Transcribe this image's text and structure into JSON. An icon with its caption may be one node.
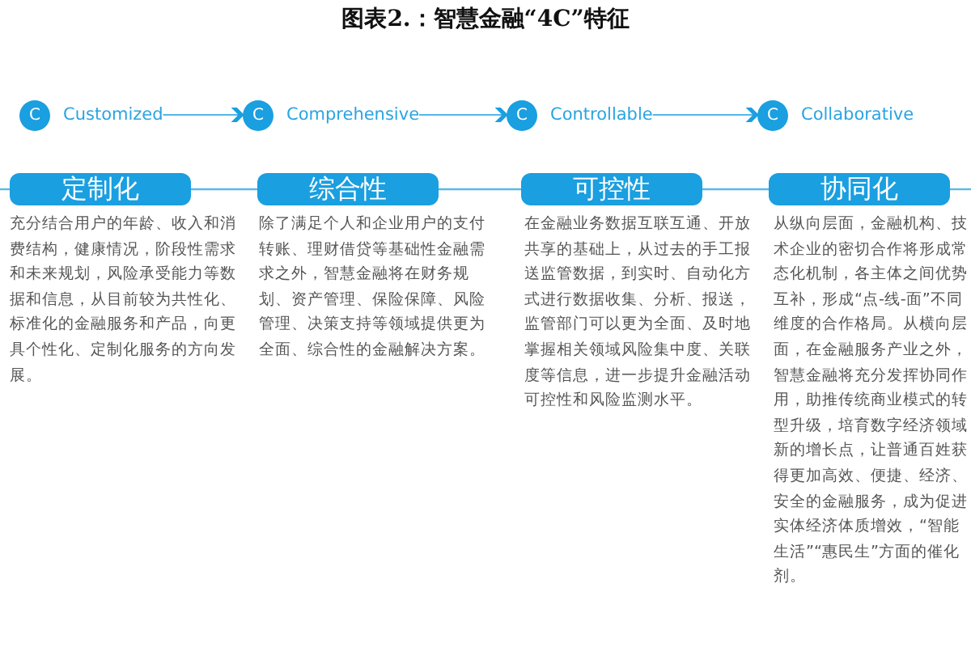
{
  "diagram": {
    "title": "图表2.：智慧金融“4C”特征",
    "nodes": [
      {
        "text": [
          "C",
          "Customized"
        ]
      },
      {
        "text": [
          "C",
          "Comprehensive"
        ]
      },
      {
        "text": [
          "C",
          "Controllable"
        ]
      },
      {
        "text": [
          "C",
          "Collaborative"
        ]
      },
      {
        "text": [
          "定制化"
        ],
        "beside": [
          "充分结合用户的年龄、收入和消费结构，健康情况，阶段性需求和未来规划，风险承受能力等数据和信息，从目前较为共性化、标准化的金融服务和产品，向更具个性化、定制化服务的方向发展。"
        ]
      },
      {
        "text": [
          "综合性"
        ],
        "beside": [
          "除了满足个人和企业用户的支付转账、理财借贷等基础性金融需求之外，智慧金融将在财务规划、资产管理、保险保障、风险管理、决策支持等领域提供更为全面、综合性的金融解决方案。"
        ]
      },
      {
        "text": [
          "可控性"
        ],
        "beside": [
          "在金融业务数据互联互通、开放共享的基础上，从过去的手工报送监管数据，到实时、自动化方式进行数据收集、分析、报送，监管部门可以更为全面、及时地掌握相关领域风险集中度、关联度等信息，进一步提升金融活动可控性和风险监测水平。"
        ]
      },
      {
        "text": [
          "协同化"
        ],
        "beside": [
          "从纵向层面，金融机构、技术企业的密切合作将形成常态化机制，各主体之间优势互补，形成“点-线-面”不同维度的合作格局。从横向层面，在金融服务产业之外，智慧金融将充分发挥协同作用，助推传统商业模式的转型升级，培育数字经济领域新的增长点，让普通百姓获得更加高效、便捷、经济、安全的金融服务，成为促进实体经济体质增效，“智能生活”“惠民生”方面的催化剂。"
        ]
      }
    ],
    "edges": [
      {
        "from": 0,
        "to": 1,
        "arrow": "to"
      },
      {
        "from": 1,
        "to": 2,
        "arrow": "to"
      },
      {
        "from": 2,
        "to": 3,
        "arrow": "to"
      },
      {
        "from": 4,
        "to": 5,
        "arrow": "none"
      },
      {
        "from": 5,
        "to": 6,
        "arrow": "none"
      },
      {
        "from": 6,
        "to": 7,
        "arrow": "none"
      }
    ]
  }
}
